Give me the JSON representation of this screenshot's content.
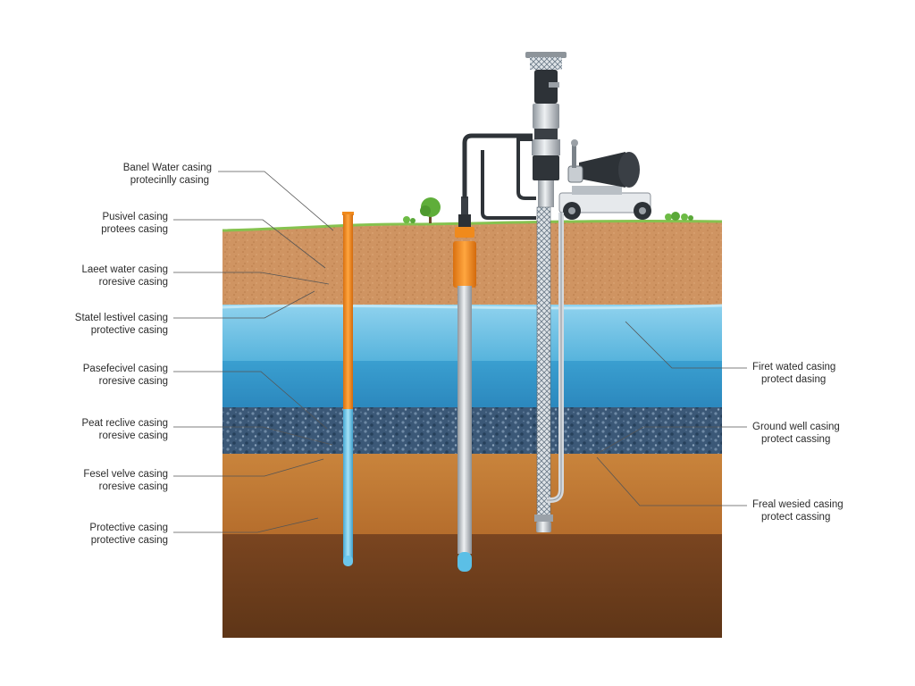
{
  "labels_left": [
    {
      "line1": "Banel Water casing",
      "line2": "protecinlly casing"
    },
    {
      "line1": "Pusivel casing",
      "line2": "protees casing"
    },
    {
      "line1": "Laeet water casing",
      "line2": "roresive casing"
    },
    {
      "line1": "Statel lestivel casing",
      "line2": "protective casing"
    },
    {
      "line1": "Pasefecivel casing",
      "line2": "roresive casing"
    },
    {
      "line1": "Peat reclive casing",
      "line2": "roresive casing"
    },
    {
      "line1": "Fesel velve casing",
      "line2": "roresive casing"
    },
    {
      "line1": "Protective casing",
      "line2": "protective casing"
    }
  ],
  "labels_right": [
    {
      "line1": "Firet wated casing",
      "line2": "protect dasing"
    },
    {
      "line1": "Ground well casing",
      "line2": "protect cassing"
    },
    {
      "line1": "Freal wesied casing",
      "line2": "protect cassing"
    }
  ],
  "colors": {
    "topsoil": "#c98a55",
    "water_light": "#5fb8dc",
    "water_dark": "#2f8fc4",
    "gravel": "#33506e",
    "clay": "#c07a36",
    "bedrock": "#6e3f1c",
    "grass": "#7cbf4a",
    "orange_pipe": "#f08a1c",
    "blue_pipe": "#6cc6ea",
    "steel": "#c8cdd2"
  }
}
